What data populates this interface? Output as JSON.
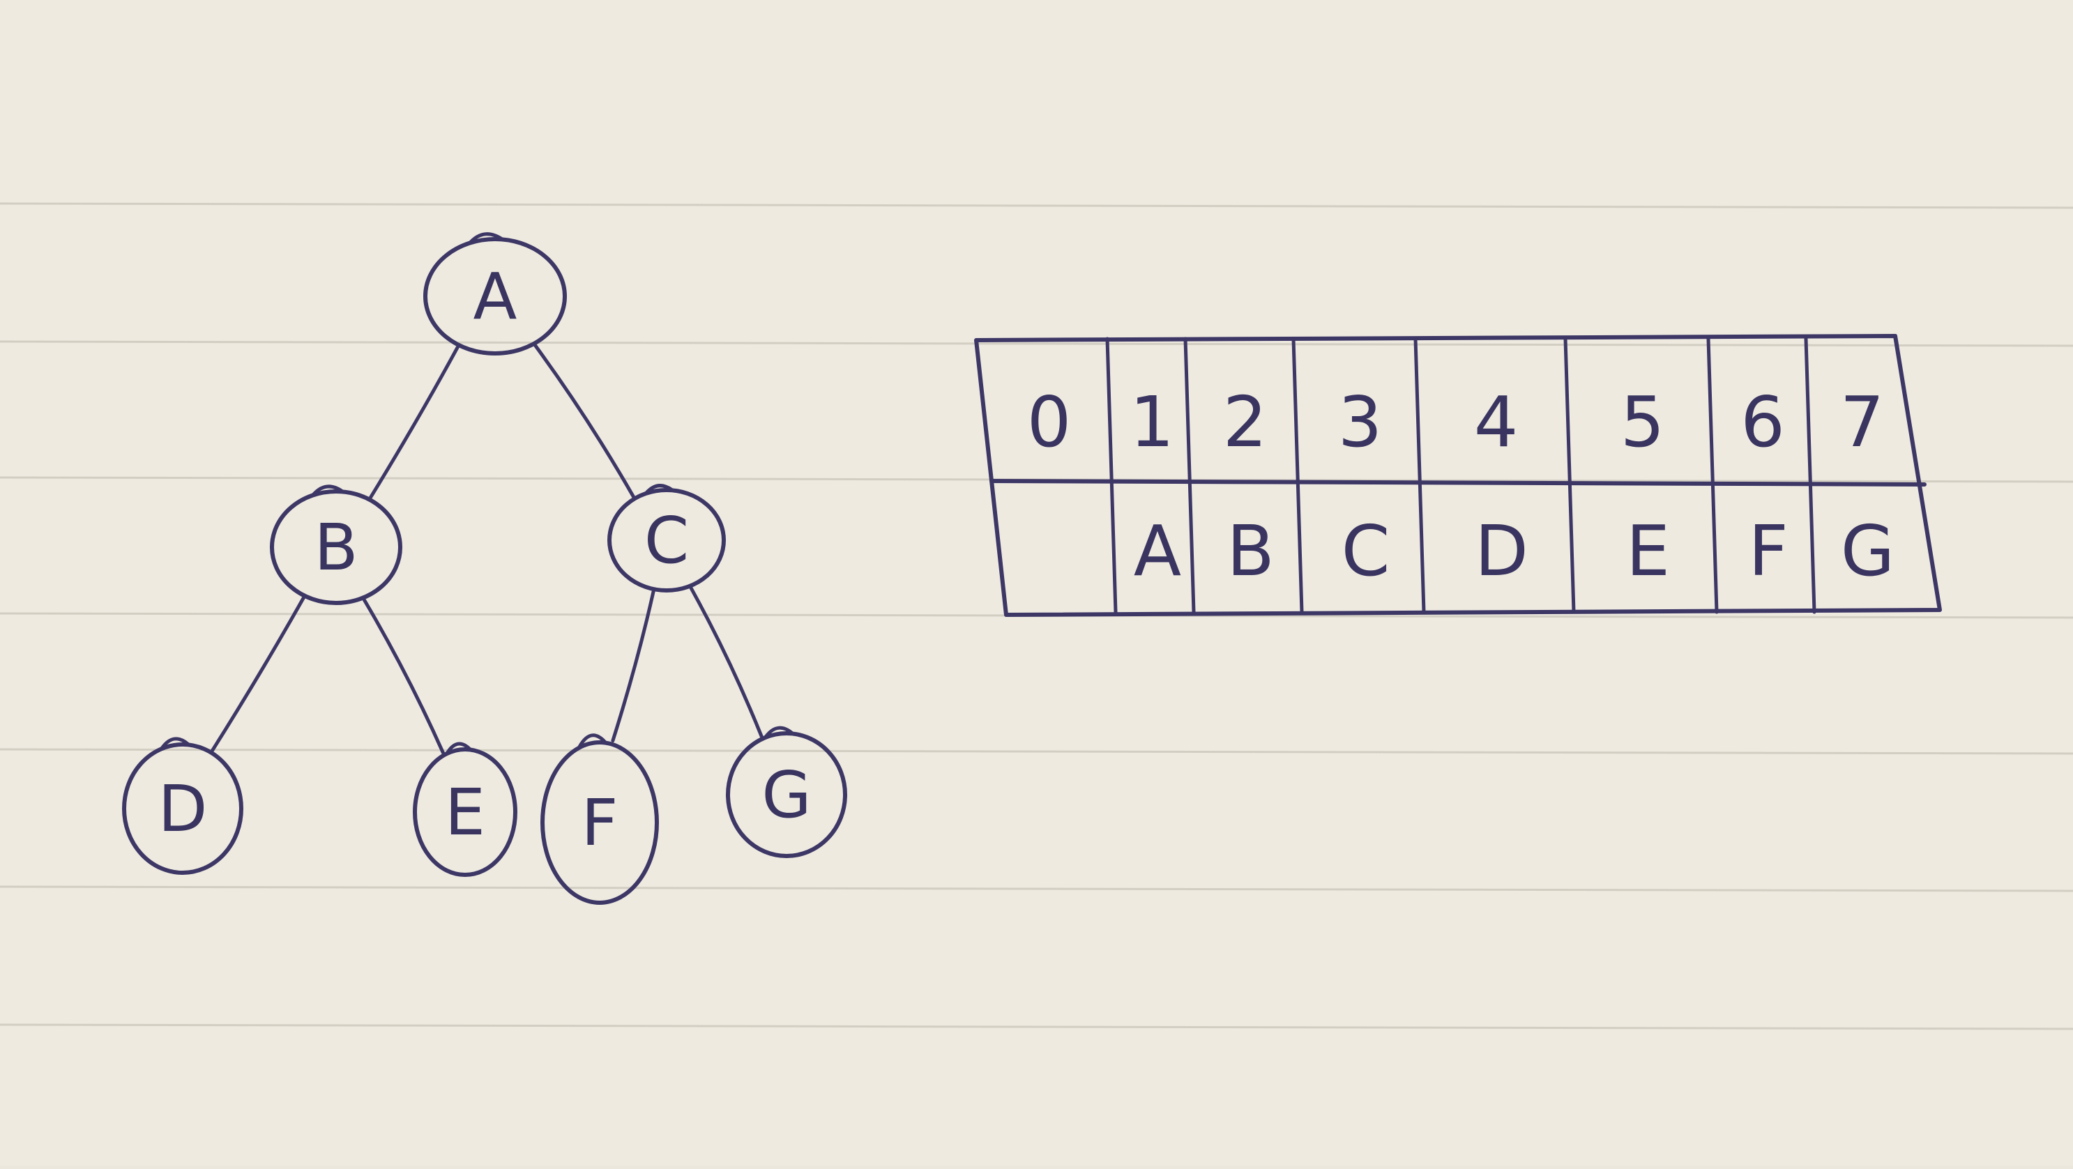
{
  "tree": {
    "nodes": [
      {
        "id": "A",
        "label": "A"
      },
      {
        "id": "B",
        "label": "B"
      },
      {
        "id": "C",
        "label": "C"
      },
      {
        "id": "D",
        "label": "D"
      },
      {
        "id": "E",
        "label": "E"
      },
      {
        "id": "F",
        "label": "F"
      },
      {
        "id": "G",
        "label": "G"
      }
    ],
    "edges": [
      {
        "from": "A",
        "to": "B"
      },
      {
        "from": "A",
        "to": "C"
      },
      {
        "from": "B",
        "to": "D"
      },
      {
        "from": "B",
        "to": "E"
      },
      {
        "from": "C",
        "to": "F"
      },
      {
        "from": "C",
        "to": "G"
      }
    ]
  },
  "array": {
    "indices": [
      "0",
      "1",
      "2",
      "3",
      "4",
      "5",
      "6",
      "7"
    ],
    "values": [
      "",
      "A",
      "B",
      "C",
      "D",
      "E",
      "F",
      "G"
    ]
  },
  "colors": {
    "ink": "#3d3766",
    "paper": "#ebe7dc",
    "rule_line": "#d3cec2"
  }
}
